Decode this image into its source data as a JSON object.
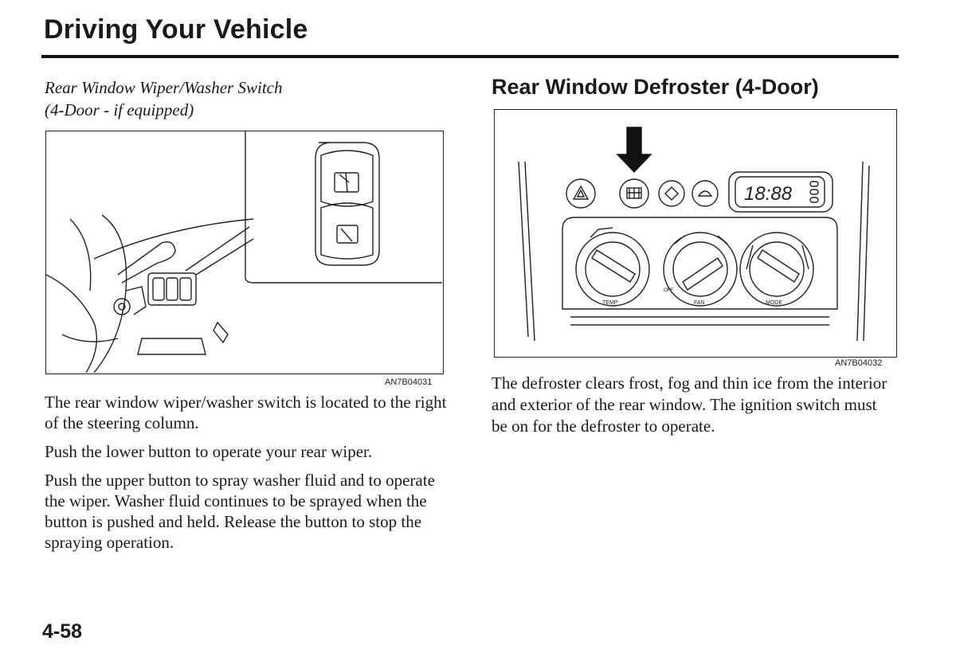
{
  "header": {
    "title": "Driving Your Vehicle"
  },
  "left": {
    "subtitle_line1": "Rear Window Wiper/Washer Switch",
    "subtitle_line2": "(4-Door - if equipped)",
    "figure_code": "AN7B04031",
    "paragraphs": [
      "The rear window wiper/washer switch is located to the right of the steering column.",
      "Push the lower button to operate your rear wiper.",
      "Push the upper button to spray washer fluid and to operate the wiper. Washer fluid continues to be sprayed when the button is pushed and held. Release the button to stop the spraying operation."
    ]
  },
  "right": {
    "title": "Rear Window Defroster (4-Door)",
    "figure_code": "AN7B04032",
    "figure": {
      "clock": "18:88",
      "knob_labels": [
        "TEMP",
        "FAN",
        "MODE"
      ],
      "fan_off": "OFF"
    },
    "paragraphs": [
      "The defroster clears frost, fog and thin ice from the interior and exterior of the rear window. The ignition switch must be on for the defroster to operate."
    ]
  },
  "footer": {
    "page_number": "4-58"
  }
}
